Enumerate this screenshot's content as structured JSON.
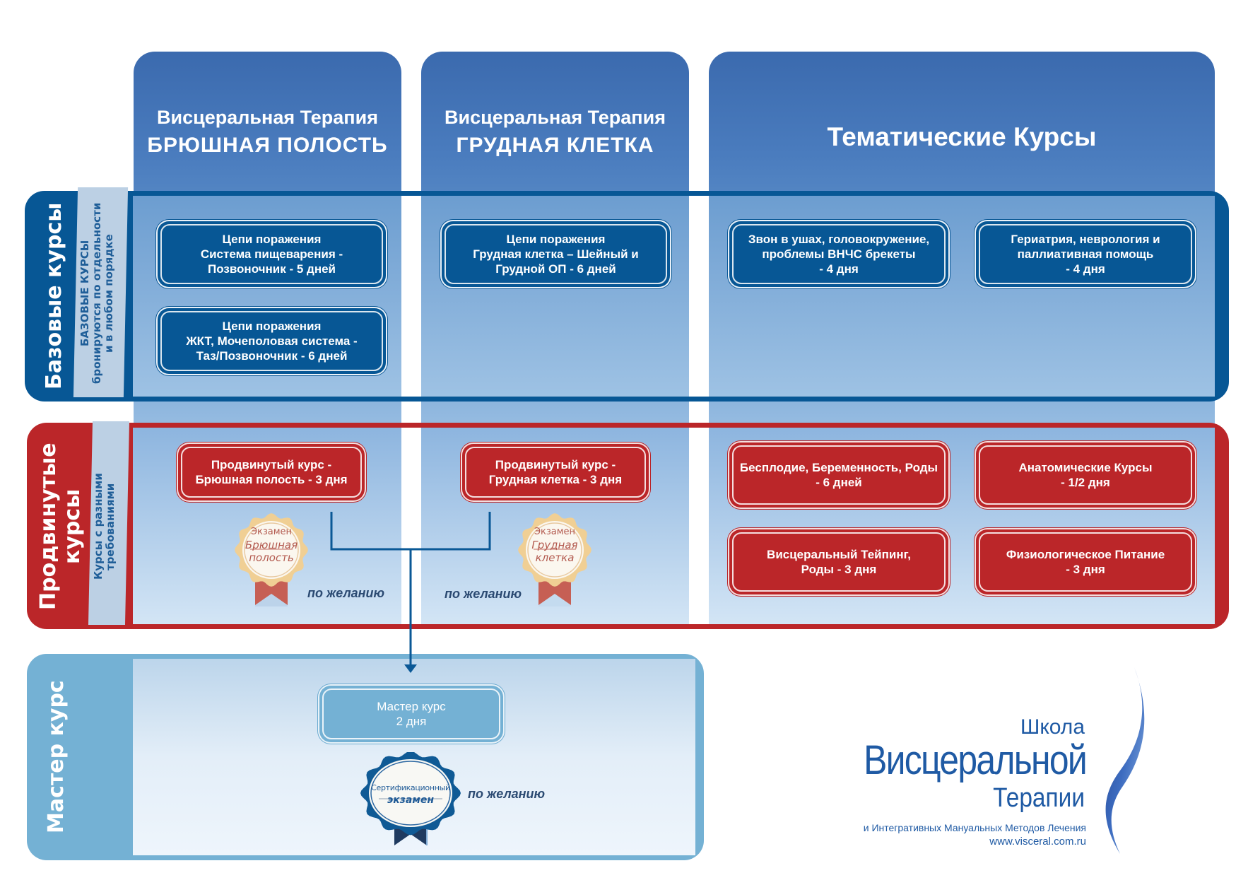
{
  "columns": [
    {
      "line1": "Висцеральная Терапия",
      "line2": "БРЮШНАЯ ПОЛОСТЬ"
    },
    {
      "line1": "Висцеральная Терапия",
      "line2": "ГРУДНАЯ КЛЕТКА"
    },
    {
      "title": "Тематические Курсы"
    }
  ],
  "rows": {
    "basic": {
      "label": "Базовые курсы",
      "note_lines": [
        "БАЗОВЫЕ КУРСЫ",
        "бронируются по отдельности",
        "и в любом порядке"
      ],
      "color": "#075795",
      "courses": [
        "Цепи поражения\nСистема пищеварения -\nПозвоночник - 5 дней",
        "Цепи поражения\nЖКТ, Мочеполовая система -\nТаз/Позвоночник - 6 дней",
        "Цепи поражения\nГрудная клетка – Шейный и\nГрудной ОП - 6 дней",
        "Звон в ушах, головокружение,\nпроблемы ВНЧС брекеты\n- 4 дня",
        "Гериатрия, неврология и\nпаллиативная помощь\n- 4 дня"
      ]
    },
    "advanced": {
      "label_lines": [
        "Продвинутые",
        "курсы"
      ],
      "note_lines": [
        "Курсы с разными",
        "требованиями"
      ],
      "color": "#bb2629",
      "courses": [
        "Продвинутый курс -\nБрюшная полость - 3 дня",
        "Продвинутый курс -\nГрудная клетка - 3 дня",
        "Бесплодие, Беременность, Роды\n- 6 дней",
        "Анатомические Курсы\n- 1/2 дня",
        "Висцеральный Тейпинг,\nРоды - 3 дня",
        "Физиологическое Питание\n- 3 дня"
      ],
      "exams": [
        {
          "top": "Экзамен",
          "l1": "Брюшная",
          "l2": "полость"
        },
        {
          "top": "Экзамен",
          "l1": "Грудная",
          "l2": "клетка"
        }
      ],
      "optional_label": "по желанию"
    },
    "master": {
      "label": "Мастер курс",
      "color": "#74b1d4",
      "course": "Мастер курс\n2 дня",
      "exam": {
        "l1": "Сертификационный",
        "l2": "экзамен"
      },
      "optional_label": "по желанию"
    }
  },
  "logo": {
    "line1": "Школа",
    "line2": "Висцеральной",
    "line3": "Терапии",
    "subtitle": "и Интегративных Мануальных Методов Лечения",
    "url": "www.visceral.com.ru",
    "color": "#1f5aa4"
  }
}
